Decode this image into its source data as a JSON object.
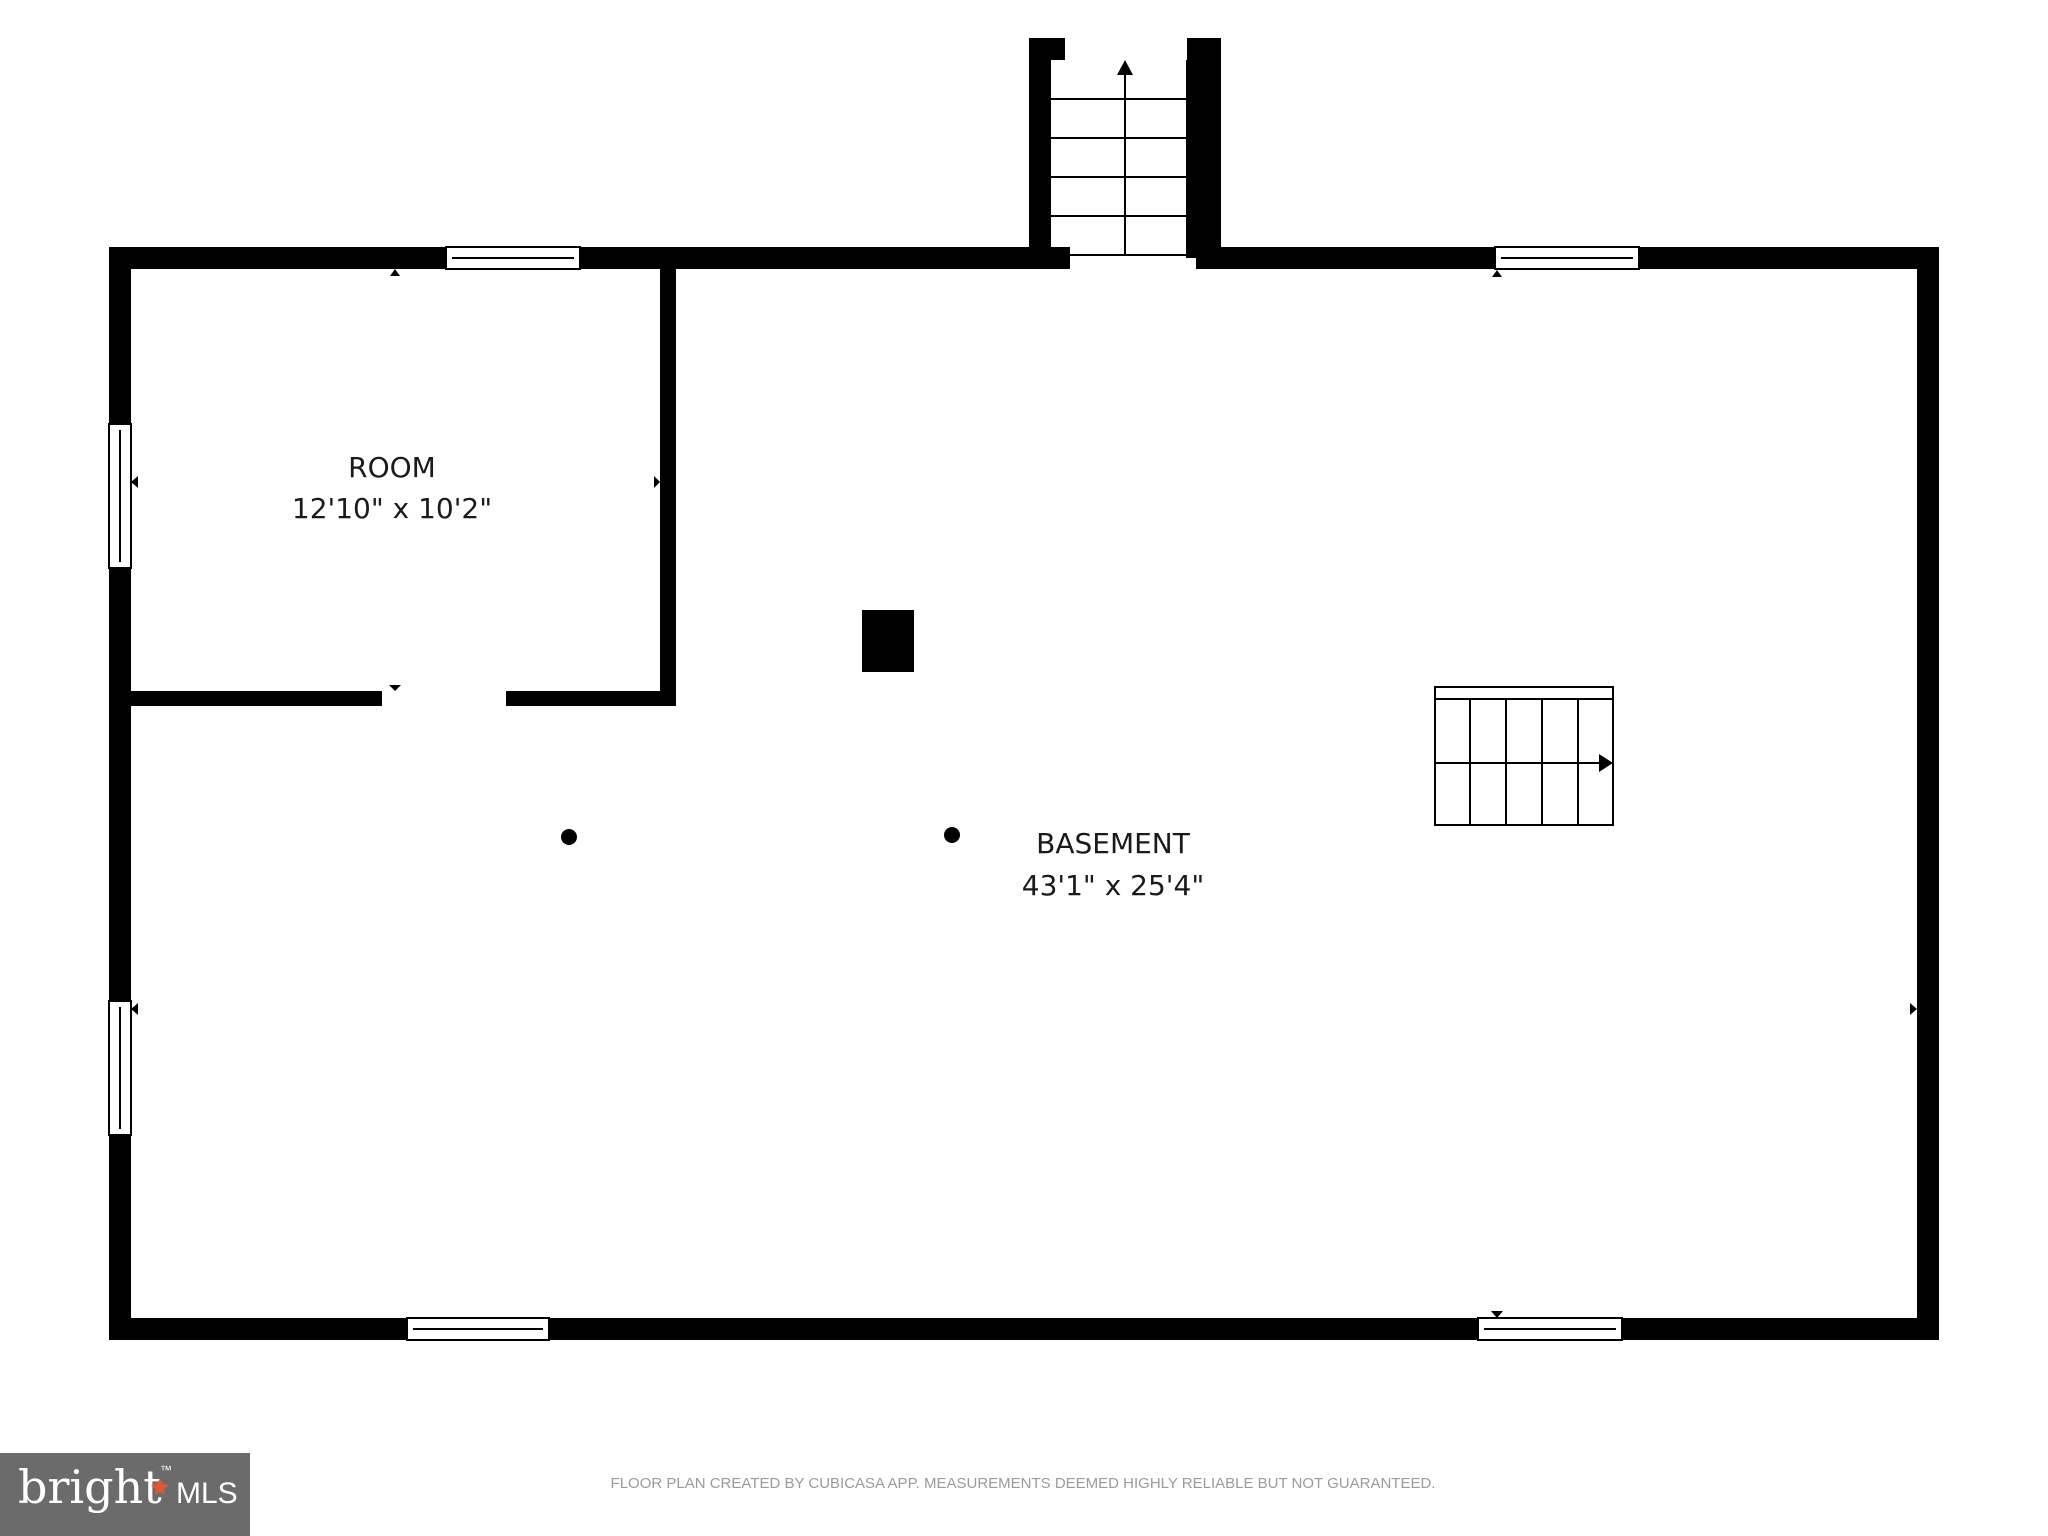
{
  "rooms": {
    "room": {
      "name": "ROOM",
      "dimensions": "12'10\" x 10'2\""
    },
    "basement": {
      "name": "BASEMENT",
      "dimensions": "43'1\" x 25'4\""
    }
  },
  "footer": {
    "disclaimer": "FLOOR PLAN CREATED BY CUBICASA APP. MEASUREMENTS DEEMED HIGHLY RELIABLE BUT NOT GUARANTEED."
  },
  "logo": {
    "brand": "bright",
    "suffix": "MLS",
    "trademark": "™"
  },
  "colors": {
    "wall": "#000000",
    "background": "#ffffff",
    "logo_bg": "#6b6b6b",
    "logo_accent": "#e05a2a",
    "disclaimer": "#9a9a9a"
  }
}
